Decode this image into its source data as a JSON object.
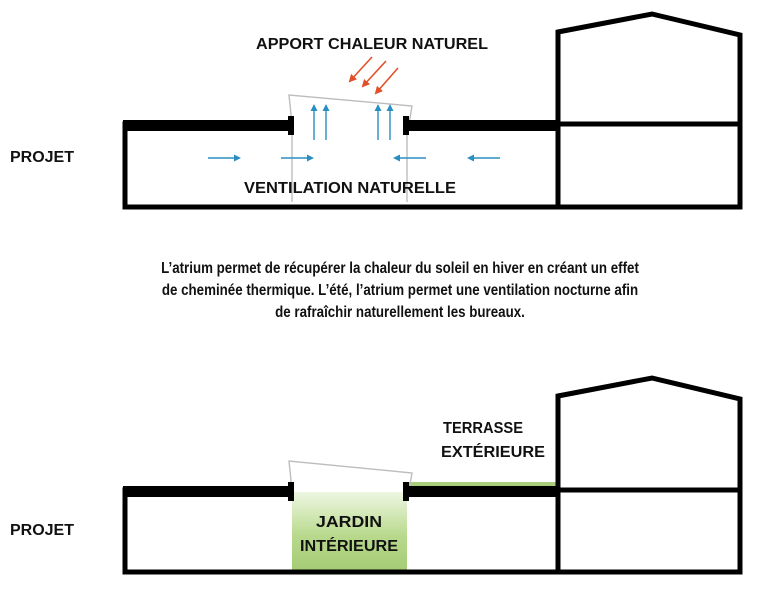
{
  "top": {
    "title": "APPORT CHALEUR NATUREL",
    "side_label": "PROJET",
    "ventilation_label": "VENTILATION NATURELLE"
  },
  "caption": {
    "lines": [
      "L’atrium permet de récupérer la chaleur du soleil en hiver en créant un effet",
      "de cheminée thermique. L’été, l’atrium permet une ventilation nocturne afin",
      "de rafraîchir naturellement les bureaux."
    ]
  },
  "bottom": {
    "side_label": "PROJET",
    "terrace_label": [
      "TERRASSE",
      "EXTÉRIEURE"
    ],
    "garden_label": [
      "JARDIN",
      "INTÉRIEURE"
    ]
  },
  "colors": {
    "walls": "#000000",
    "sun_arrows": "#e2502a",
    "air_arrows": "#2a8fc0",
    "garden_green": "#a9cf7c",
    "glass_outline": "#bdbdbd"
  }
}
